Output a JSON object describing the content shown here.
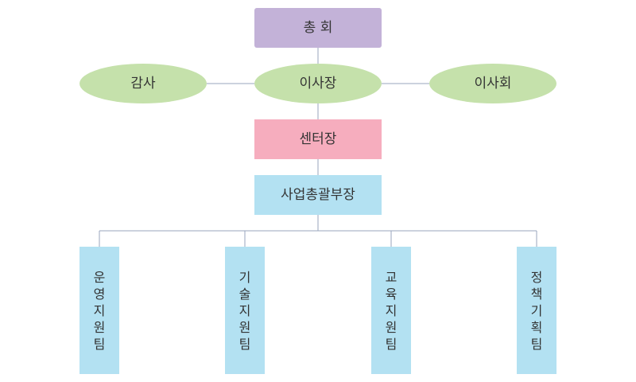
{
  "colors": {
    "general_assembly": "#c3b2d8",
    "ellipse": "#c5e1ab",
    "center_director": "#f6adbe",
    "department_head": "#b3e1f2",
    "team": "#b3e1f2",
    "connector": "#98a6bd",
    "text": "#333333"
  },
  "nodes": {
    "general_assembly": "총 회",
    "auditor": "감사",
    "chairman": "이사장",
    "board": "이사회",
    "center_director": "센터장",
    "department_head": "사업총괄부장"
  },
  "teams": [
    {
      "label": "운영지원팀"
    },
    {
      "label": "기술지원팀"
    },
    {
      "label": "교육지원팀"
    },
    {
      "label": "정책기획팀"
    }
  ]
}
